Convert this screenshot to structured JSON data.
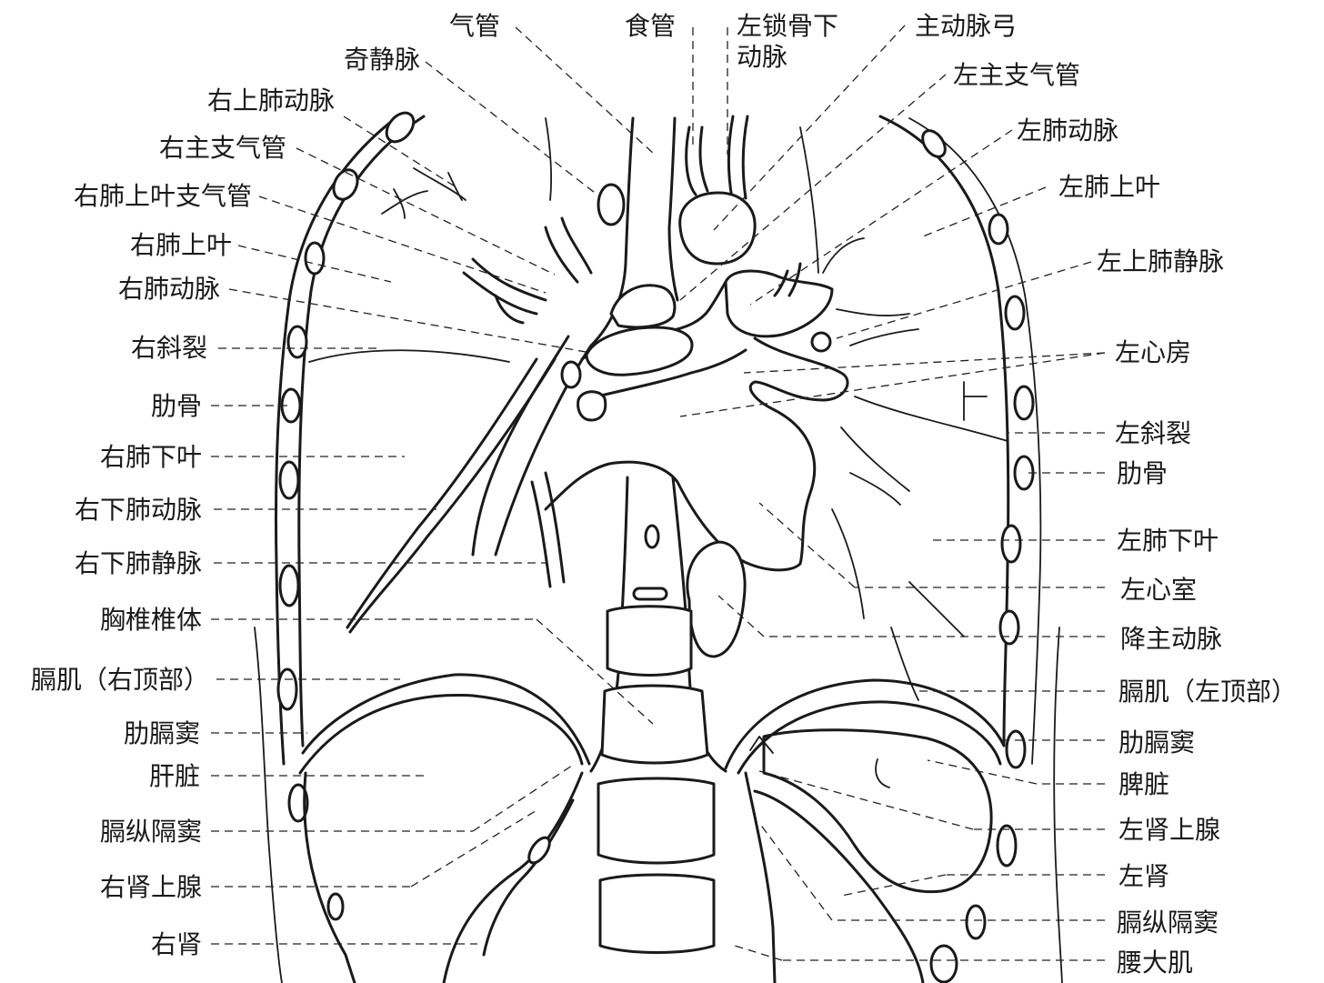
{
  "labels_left": [
    {
      "id": "right-superior-pulmonary-artery",
      "text": "右上肺动脉"
    },
    {
      "id": "right-main-bronchus",
      "text": "右主支气管"
    },
    {
      "id": "right-upper-lobe-bronchus",
      "text": "右肺上叶支气管"
    },
    {
      "id": "right-upper-lobe",
      "text": "右肺上叶"
    },
    {
      "id": "right-pulmonary-artery",
      "text": "右肺动脉"
    },
    {
      "id": "right-oblique-fissure",
      "text": "右斜裂"
    },
    {
      "id": "rib-left-side",
      "text": "肋骨"
    },
    {
      "id": "right-lower-lobe",
      "text": "右肺下叶"
    },
    {
      "id": "right-inferior-pulmonary-artery",
      "text": "右下肺动脉"
    },
    {
      "id": "right-inferior-pulmonary-vein",
      "text": "右下肺静脉"
    },
    {
      "id": "thoracic-vertebral-body",
      "text": "胸椎椎体"
    },
    {
      "id": "diaphragm-right-dome",
      "text": "膈肌（右顶部）"
    },
    {
      "id": "costophrenic-recess-right",
      "text": "肋膈窦"
    },
    {
      "id": "liver",
      "text": "肝脏"
    },
    {
      "id": "phrenicomediastinal-recess-right",
      "text": "膈纵隔窦"
    },
    {
      "id": "right-adrenal-gland",
      "text": "右肾上腺"
    },
    {
      "id": "right-kidney",
      "text": "右肾"
    }
  ],
  "labels_top": [
    {
      "id": "azygos-vein",
      "text": "奇静脉"
    },
    {
      "id": "trachea",
      "text": "气管"
    },
    {
      "id": "esophagus",
      "text": "食管"
    },
    {
      "id": "left-subclavian-artery",
      "text": "左锁骨下\n动脉"
    },
    {
      "id": "aortic-arch",
      "text": "主动脉弓"
    }
  ],
  "labels_right": [
    {
      "id": "left-main-bronchus",
      "text": "左主支气管"
    },
    {
      "id": "left-pulmonary-artery",
      "text": "左肺动脉"
    },
    {
      "id": "left-upper-lobe",
      "text": "左肺上叶"
    },
    {
      "id": "left-superior-pulmonary-vein",
      "text": "左上肺静脉"
    },
    {
      "id": "left-atrium",
      "text": "左心房"
    },
    {
      "id": "left-oblique-fissure",
      "text": "左斜裂"
    },
    {
      "id": "rib-right-side",
      "text": "肋骨"
    },
    {
      "id": "left-lower-lobe",
      "text": "左肺下叶"
    },
    {
      "id": "left-ventricle",
      "text": "左心室"
    },
    {
      "id": "descending-aorta",
      "text": "降主动脉"
    },
    {
      "id": "diaphragm-left-dome",
      "text": "膈肌（左顶部）"
    },
    {
      "id": "costophrenic-recess-left",
      "text": "肋膈窦"
    },
    {
      "id": "spleen",
      "text": "脾脏"
    },
    {
      "id": "left-adrenal-gland",
      "text": "左肾上腺"
    },
    {
      "id": "left-kidney",
      "text": "左肾"
    },
    {
      "id": "phrenicomediastinal-recess-left",
      "text": "膈纵隔窦"
    },
    {
      "id": "psoas-major",
      "text": "腰大肌"
    }
  ]
}
